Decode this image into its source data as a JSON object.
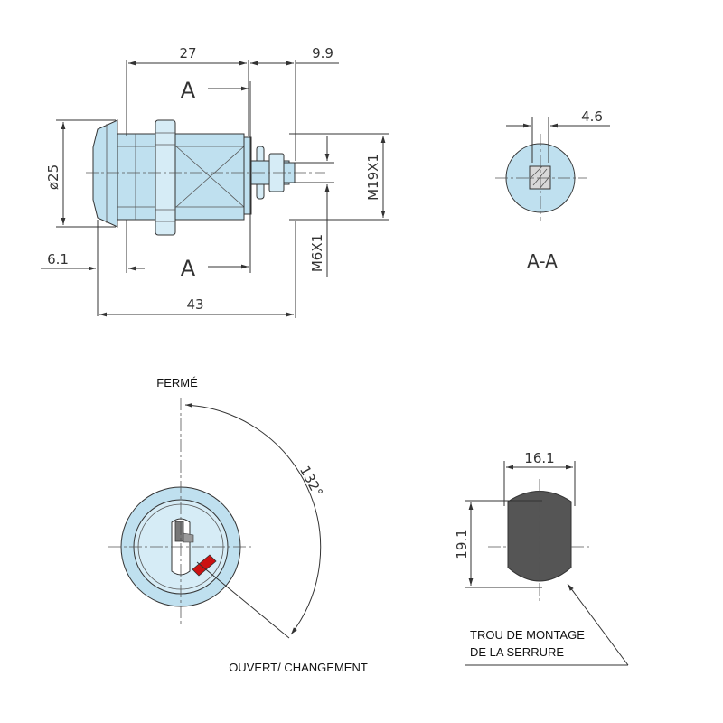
{
  "side_view": {
    "dim_27": "27",
    "dim_9_9": "9.9",
    "dim_d25": "ø25",
    "dim_m19x1": "M19X1",
    "dim_m6x1": "M6X1",
    "dim_6_1": "6.1",
    "dim_43": "43",
    "section_marker": "A"
  },
  "section_view": {
    "dim_4_6": "4.6",
    "label": "A-A"
  },
  "front_view": {
    "closed_label": "FERMÉ",
    "angle_label": "132°",
    "open_label": "OUVERT/ CHANGEMENT",
    "latch_color": "#cc1111"
  },
  "mount_hole": {
    "dim_width": "16.1",
    "dim_height": "19.1",
    "label_line1": "TROU DE MONTAGE",
    "label_line2": "DE LA SERRURE",
    "fill_color": "#555555"
  },
  "colors": {
    "body": "#bfe0ef",
    "line": "#333333"
  }
}
